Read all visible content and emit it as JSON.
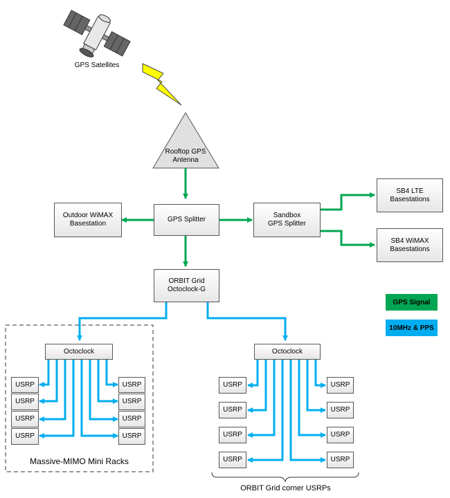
{
  "colors": {
    "gps": "#00a651",
    "timing": "#00aeef",
    "bolt": "#ffff00"
  },
  "icons": {
    "satellite": "satellite-icon",
    "bolt": "lightning-bolt-icon",
    "antenna": "triangle-antenna-icon"
  },
  "labels": {
    "satellites": "GPS Satellites",
    "antenna_line1": "Rooftop GPS",
    "antenna_line2": "Antenna",
    "outdoor_wimax_line1": "Outdoor WiMAX",
    "outdoor_wimax_line2": "Basestation",
    "gps_splitter": "GPS Splitter",
    "sandbox_line1": "Sandbox",
    "sandbox_line2": "GPS Splitter",
    "sb4_lte_line1": "SB4 LTE",
    "sb4_lte_line2": "Basestations",
    "sb4_wimax_line1": "SB4 WiMAX",
    "sb4_wimax_line2": "Basestations",
    "orbit_line1": "ORBIT Grid",
    "orbit_line2": "Octoclock-G",
    "octoclock_left": "Octoclock",
    "octoclock_right": "Octoclock",
    "usrp": "USRP",
    "rack_caption": "Massive-MIMO Mini Racks",
    "grid_caption": "ORBIT Grid corner USRPs"
  },
  "legend": {
    "gps": "GPS Signal",
    "timing": "10MHz & PPS"
  }
}
